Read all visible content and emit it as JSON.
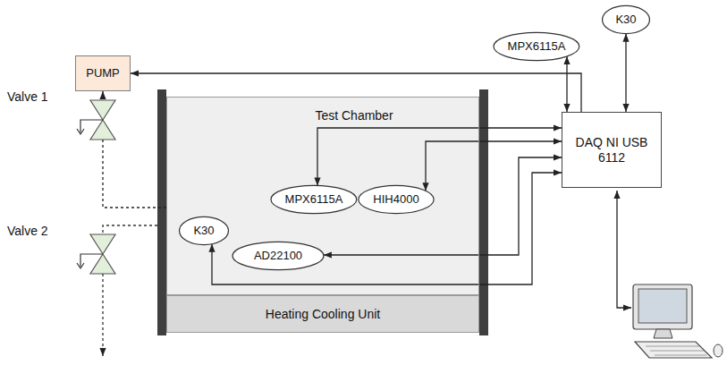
{
  "diagram": {
    "nodes": [
      {
        "text": [
          "PUMP"
        ]
      },
      {
        "text": [
          "Test Chamber"
        ]
      },
      {
        "text": [
          "MPX6115A"
        ],
        "in": 1
      },
      {
        "text": [
          "HIH4000"
        ],
        "in": 1
      },
      {
        "text": [
          "K30"
        ],
        "in": 1
      },
      {
        "text": [
          "AD22100"
        ],
        "in": 1
      },
      {
        "text": [
          "Heating Cooling Unit"
        ]
      },
      {
        "text": [
          "MPX6115A"
        ]
      },
      {
        "text": [
          "K30"
        ]
      },
      {
        "text": [
          "DAQ NI USB 6112"
        ]
      }
    ],
    "edges": [
      {
        "from": 9,
        "to": 0,
        "arrow": "to"
      },
      {
        "from": 9,
        "to": 7,
        "arrow": "both"
      },
      {
        "from": 9,
        "to": 8,
        "arrow": "both"
      },
      {
        "from": 9,
        "to": 2,
        "arrow": "both"
      },
      {
        "from": 9,
        "to": 3,
        "arrow": "both"
      },
      {
        "from": 9,
        "to": 5,
        "arrow": "both"
      },
      {
        "from": 9,
        "to": 4,
        "arrow": "both"
      },
      {
        "from": 1,
        "to": 0,
        "arrow": "to"
      }
    ],
    "labels": [
      "Valve 1",
      "Valve 2"
    ]
  }
}
